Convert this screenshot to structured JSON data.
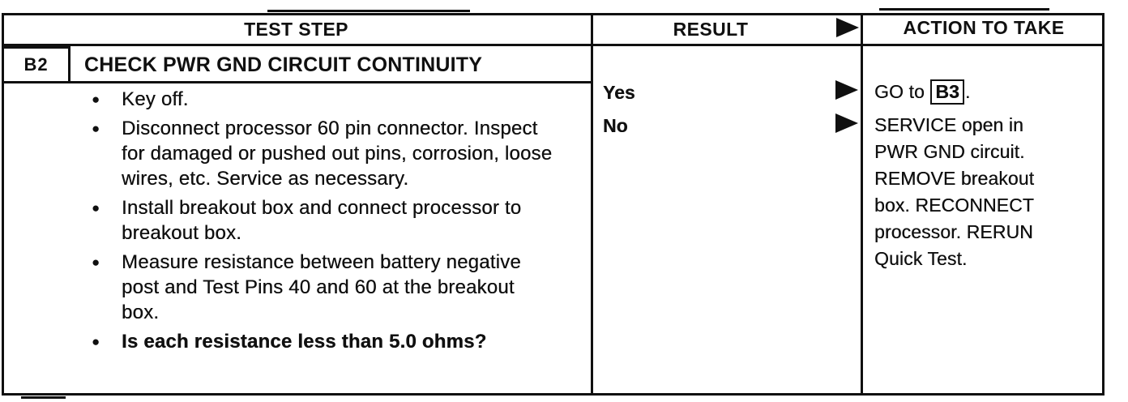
{
  "header": {
    "test_step": "TEST STEP",
    "result": "RESULT",
    "action": "ACTION TO TAKE"
  },
  "step": {
    "id": "B2",
    "title": "CHECK PWR GND CIRCUIT CONTINUITY",
    "bullets": [
      "Key off.",
      "Disconnect processor 60 pin connector. Inspect for damaged or pushed out pins, corrosion, loose wires, etc. Service as necessary.",
      "Install breakout box and connect processor to breakout box.",
      "Measure resistance between battery negative post and Test Pins 40 and 60 at the breakout box.",
      "Is each resistance less than 5.0 ohms?"
    ],
    "bullet_glyph": "●"
  },
  "results": [
    {
      "label": "Yes",
      "action": {
        "prefix": "GO to ",
        "ref": "B3",
        "suffix": "."
      }
    },
    {
      "label": "No",
      "action": {
        "text": "SERVICE open in PWR GND circuit. REMOVE breakout box. RECONNECT processor. RERUN Quick Test."
      }
    }
  ],
  "colors": {
    "ink": "#101010",
    "paper": "#ffffff"
  }
}
